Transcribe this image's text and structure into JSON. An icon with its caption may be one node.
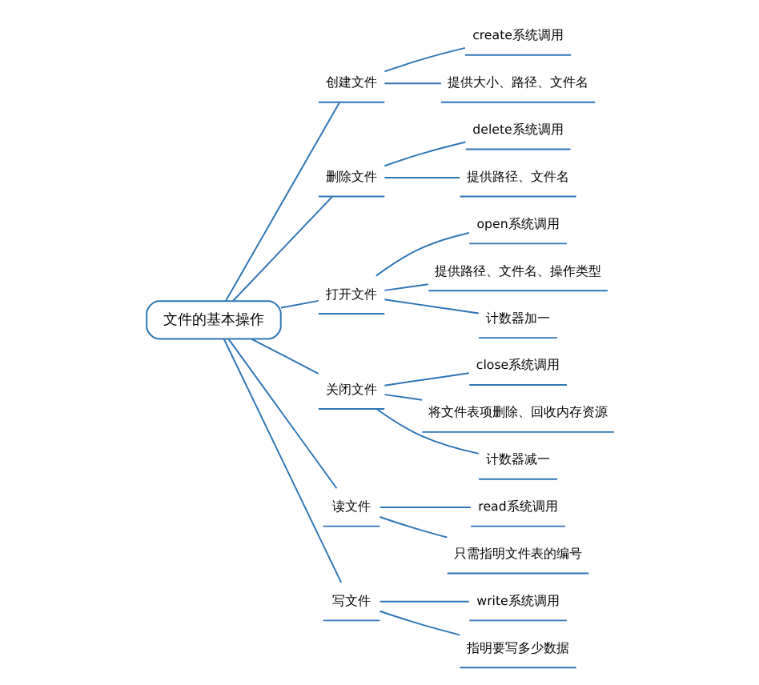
{
  "diagram": {
    "nodes": [
      {
        "text": [
          "文件的基本操作"
        ]
      },
      {
        "text": [
          "创建文件"
        ]
      },
      {
        "text": [
          "create系统调用"
        ]
      },
      {
        "text": [
          "提供大小、路径、文件名"
        ]
      },
      {
        "text": [
          "删除文件"
        ]
      },
      {
        "text": [
          "delete系统调用"
        ]
      },
      {
        "text": [
          "提供路径、文件名"
        ]
      },
      {
        "text": [
          "打开文件"
        ]
      },
      {
        "text": [
          "open系统调用"
        ]
      },
      {
        "text": [
          "提供路径、文件名、操作类型"
        ]
      },
      {
        "text": [
          "计数器加一"
        ]
      },
      {
        "text": [
          "关闭文件"
        ]
      },
      {
        "text": [
          "close系统调用"
        ]
      },
      {
        "text": [
          "将文件表项删除、回收内存资源"
        ]
      },
      {
        "text": [
          "计数器减一"
        ]
      },
      {
        "text": [
          "读文件"
        ]
      },
      {
        "text": [
          "read系统调用"
        ]
      },
      {
        "text": [
          "只需指明文件表的编号"
        ]
      },
      {
        "text": [
          "写文件"
        ]
      },
      {
        "text": [
          "write系统调用"
        ]
      },
      {
        "text": [
          "指明要写多少数据"
        ]
      }
    ],
    "edges": [
      {
        "from": 0,
        "to": 1,
        "arrow": "none"
      },
      {
        "from": 1,
        "to": 2,
        "arrow": "none"
      },
      {
        "from": 1,
        "to": 3,
        "arrow": "none"
      },
      {
        "from": 0,
        "to": 4,
        "arrow": "none"
      },
      {
        "from": 4,
        "to": 5,
        "arrow": "none"
      },
      {
        "from": 4,
        "to": 6,
        "arrow": "none"
      },
      {
        "from": 0,
        "to": 7,
        "arrow": "none"
      },
      {
        "from": 7,
        "to": 8,
        "arrow": "none"
      },
      {
        "from": 7,
        "to": 9,
        "arrow": "none"
      },
      {
        "from": 7,
        "to": 10,
        "arrow": "none"
      },
      {
        "from": 0,
        "to": 11,
        "arrow": "none"
      },
      {
        "from": 11,
        "to": 12,
        "arrow": "none"
      },
      {
        "from": 11,
        "to": 13,
        "arrow": "none"
      },
      {
        "from": 11,
        "to": 14,
        "arrow": "none"
      },
      {
        "from": 0,
        "to": 15,
        "arrow": "none"
      },
      {
        "from": 15,
        "to": 16,
        "arrow": "none"
      },
      {
        "from": 15,
        "to": 17,
        "arrow": "none"
      },
      {
        "from": 0,
        "to": 18,
        "arrow": "none"
      },
      {
        "from": 18,
        "to": 19,
        "arrow": "none"
      },
      {
        "from": 18,
        "to": 20,
        "arrow": "none"
      }
    ]
  }
}
